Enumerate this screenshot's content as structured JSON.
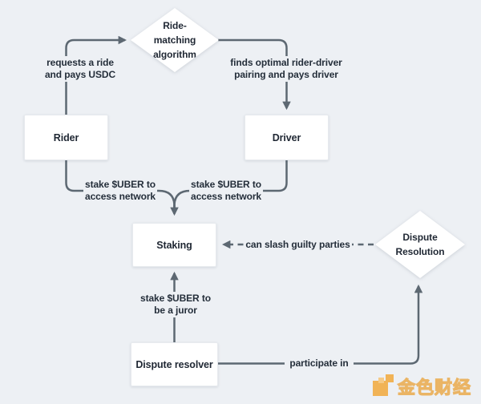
{
  "page": {
    "background_color": "#edf0f4",
    "connector_color": "#5d6872",
    "text_color": "#1f2733"
  },
  "nodes": {
    "ride_matching_algorithm": {
      "label": "Ride-matching algorithm",
      "shape": "diamond"
    },
    "rider": {
      "label": "Rider",
      "shape": "rect"
    },
    "driver": {
      "label": "Driver",
      "shape": "rect"
    },
    "staking": {
      "label": "Staking",
      "shape": "rect"
    },
    "dispute_resolution": {
      "label": "Dispute Resolution",
      "shape": "diamond"
    },
    "dispute_resolver": {
      "label": "Dispute resolver",
      "shape": "rect"
    }
  },
  "edges": {
    "rider_to_algorithm": {
      "label": "requests a ride and pays USDC",
      "style": "solid"
    },
    "algorithm_to_driver": {
      "label": "finds optimal rider-driver pairing and pays driver",
      "style": "solid"
    },
    "rider_to_staking": {
      "label": "stake $UBER to access network",
      "style": "solid"
    },
    "driver_to_staking": {
      "label": "stake $UBER to access network",
      "style": "solid"
    },
    "dispute_resolution_to_staking": {
      "label": "can slash guilty parties",
      "style": "dashed"
    },
    "resolver_to_staking": {
      "label": "stake $UBER to be a juror",
      "style": "solid"
    },
    "resolver_to_dispute_resolution": {
      "label": "participate in",
      "style": "solid"
    }
  },
  "watermark": {
    "text": "金色财经",
    "accent_color": "#f2a93b"
  }
}
